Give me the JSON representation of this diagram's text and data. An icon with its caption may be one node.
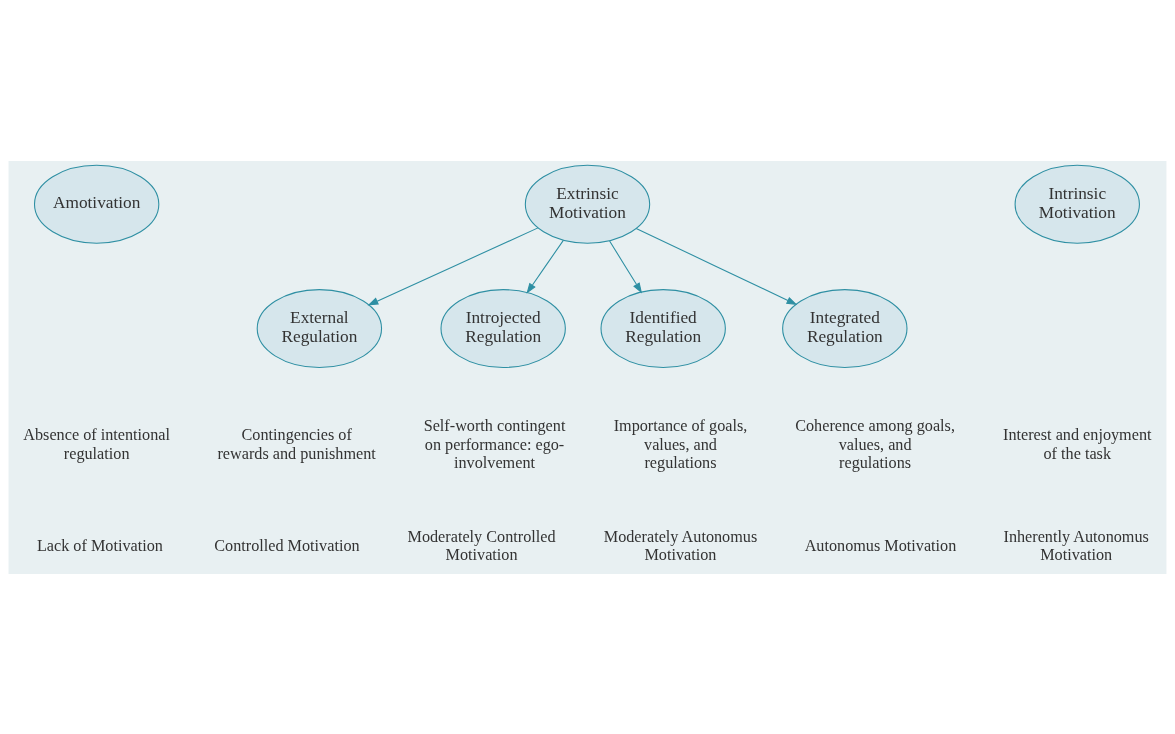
{
  "diagram": {
    "nodes": [
      {
        "text": [
          "Amotivation"
        ]
      },
      {
        "text": [
          "Extrinsic Motivation"
        ]
      },
      {
        "text": [
          "Intrinsic Motivation"
        ]
      },
      {
        "text": [
          "External Regulation"
        ]
      },
      {
        "text": [
          "Introjected Regulation"
        ]
      },
      {
        "text": [
          "Identified Regulation"
        ]
      },
      {
        "text": [
          "Integrated Regulation"
        ]
      }
    ],
    "edges": [
      {
        "from": 1,
        "to": 3,
        "arrow": "to"
      },
      {
        "from": 1,
        "to": 4,
        "arrow": "to"
      },
      {
        "from": 1,
        "to": 5,
        "arrow": "to"
      },
      {
        "from": 1,
        "to": 6,
        "arrow": "to"
      }
    ],
    "labels": [
      "Absence of intentional regulation",
      "Contingencies of rewards and punishment",
      "Self-worth contingent on performance: ego-involvement",
      "Importance of goals, values, and regulations",
      "Coherence among goals, values, and regulations",
      "Interest and enjoyment of the task",
      "Lack of Motivation",
      "Controlled Motivation",
      "Moderately Controlled Motivation",
      "Moderately Autonomus Motivation",
      "Autonomus Motivation",
      "Inherently Autonomus Motivation"
    ]
  }
}
